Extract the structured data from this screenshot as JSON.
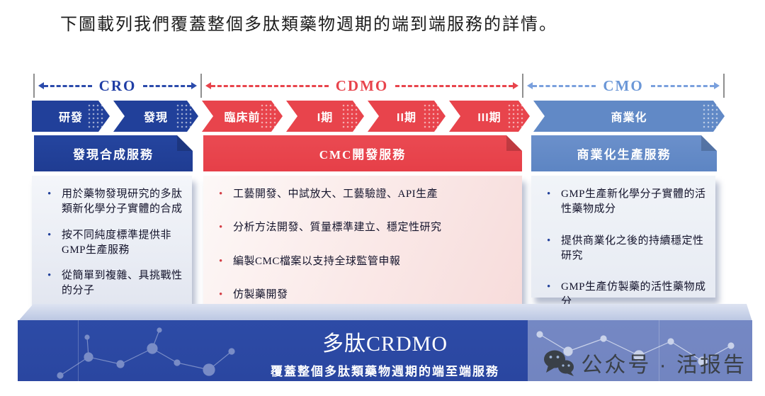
{
  "caption": "下圖載列我們覆蓋整個多肽類藥物週期的端到端服務的詳情。",
  "phase_labels": [
    {
      "label": "CRO",
      "color": "#1f3da5"
    },
    {
      "label": "CDMO",
      "color": "#e8444c"
    },
    {
      "label": "CMO",
      "color": "#6b97d7"
    }
  ],
  "pipeline_stages": [
    {
      "label": "研發",
      "phase": "CRO",
      "color": "#21409a"
    },
    {
      "label": "發現",
      "phase": "CRO",
      "color": "#21409a"
    },
    {
      "label": "臨床前",
      "phase": "CDMO",
      "color": "#e8444c"
    },
    {
      "label": "I期",
      "phase": "CDMO",
      "color": "#e8444c"
    },
    {
      "label": "II期",
      "phase": "CDMO",
      "color": "#e8444c"
    },
    {
      "label": "III期",
      "phase": "CDMO",
      "color": "#e8444c"
    },
    {
      "label": "商業化",
      "phase": "CMO",
      "color": "#6189c6"
    }
  ],
  "service_banners": [
    {
      "label": "發現合成服務",
      "color": "#21409a"
    },
    {
      "label": "CMC開發服務",
      "color": "#e8444c"
    },
    {
      "label": "商業化生產服務",
      "color": "#6189c6"
    }
  ],
  "service_cards": [
    {
      "bullets": [
        "用於藥物發現研究的多肽類新化學分子實體的合成",
        "按不同純度標準提供非GMP生產服務",
        "從簡單到複雜、具挑戰性的分子"
      ]
    },
    {
      "bullets": [
        "工藝開發、中試放大、工藝驗證、API生產",
        "分析方法開發、質量標準建立、穩定性研究",
        "編製CMC檔案以支持全球監管申報",
        "仿製藥開發"
      ]
    },
    {
      "bullets": [
        "GMP生產新化學分子實體的活性藥物成分",
        "提供商業化之後的持續穩定性研究",
        "GMP生產仿製藥的活性藥物成分"
      ]
    }
  ],
  "footer": {
    "title": "多肽CRDMO",
    "subtitle": "覆蓋整個多肽類藥物週期的端至端服務"
  },
  "watermark": {
    "label": "公众号 · 活报告",
    "icon": "wechat-icon"
  }
}
